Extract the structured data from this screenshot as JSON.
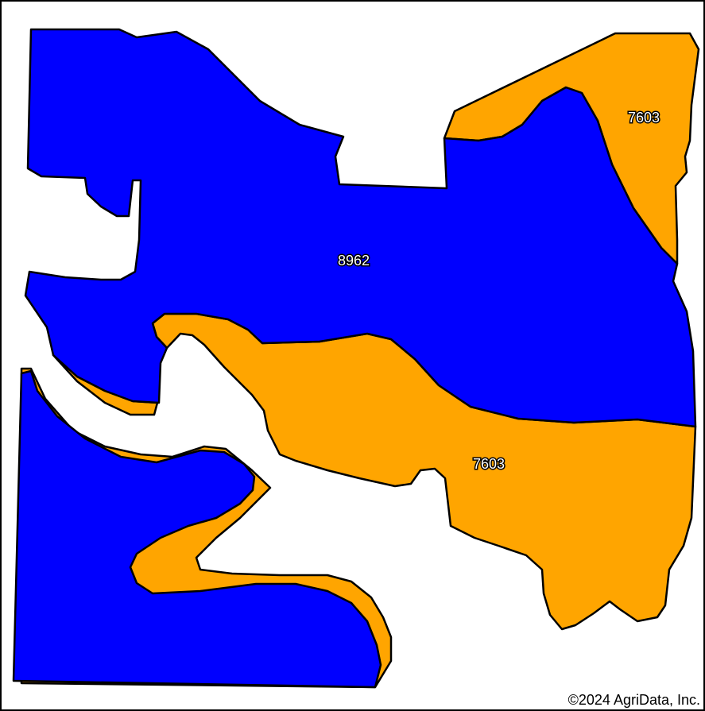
{
  "map": {
    "labels": {
      "zone_8962": "8962",
      "zone_7603_top_right": "7603",
      "zone_7603_center": "7603"
    },
    "colors": {
      "zone_8962": "#0000ff",
      "zone_7603": "#ffa500",
      "border": "#000000",
      "background": "#ffffff"
    }
  },
  "footer": {
    "copyright": "©2024 AgriData, Inc."
  }
}
